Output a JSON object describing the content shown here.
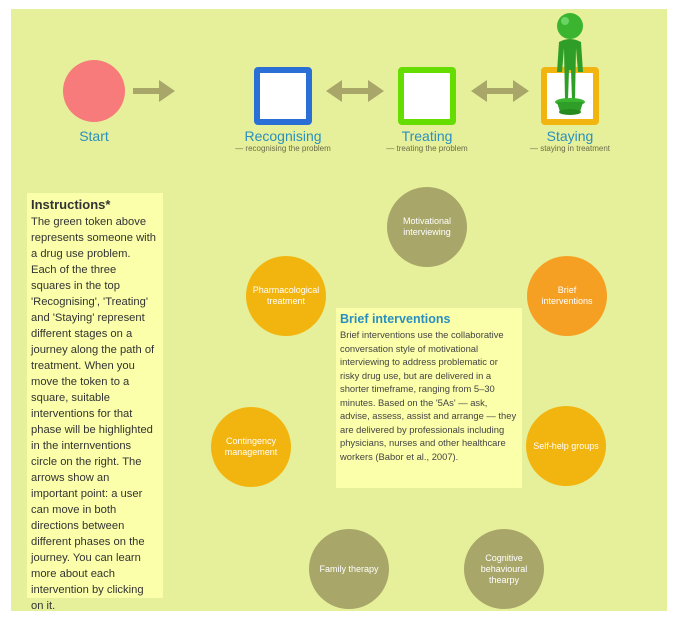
{
  "stages": {
    "start": {
      "label": "Start"
    },
    "recognising": {
      "label": "Recognising",
      "sub": "— recognising the problem",
      "color": "#2a6fd6"
    },
    "treating": {
      "label": "Treating",
      "sub": "— treating the problem",
      "color": "#66dd00"
    },
    "staying": {
      "label": "Staying",
      "sub": "— staying in treatment",
      "color": "#f2b40f"
    }
  },
  "instructions": {
    "title": "Instructions*",
    "body": "The green token above represents someone with a drug use problem. Each of the three squares in the top 'Recognising', 'Treating' and 'Staying' represent different stages on a journey along the path of treatment. When you move the token to a square, suitable interventions for that phase will be highlighted in the internventions circle on the right. The arrows show an important point: a user can move in both directions between different phases on the journey. You can learn more about each intervention by clicking on it."
  },
  "interventions": {
    "motivational": "Motivational interviewing",
    "brief": "Brief interventions",
    "selfhelp": "Self-help groups",
    "cbt": "Cognitive behavioural thearpy",
    "family": "Family therapy",
    "contingency": "Contingency management",
    "pharma": "Pharmacological treatment"
  },
  "info": {
    "title": "Brief interventions",
    "body": "Brief interventions use the collaborative conversation style of motivational interviewing to address problematic or risky drug use, but are delivered in a shorter timeframe, ranging from 5–30 minutes. Based on the '5As' — ask, advise, assess, assist and arrange — they are delivered by professionals including physicians, nurses and other healthcare workers (Babor et al., 2007)."
  }
}
